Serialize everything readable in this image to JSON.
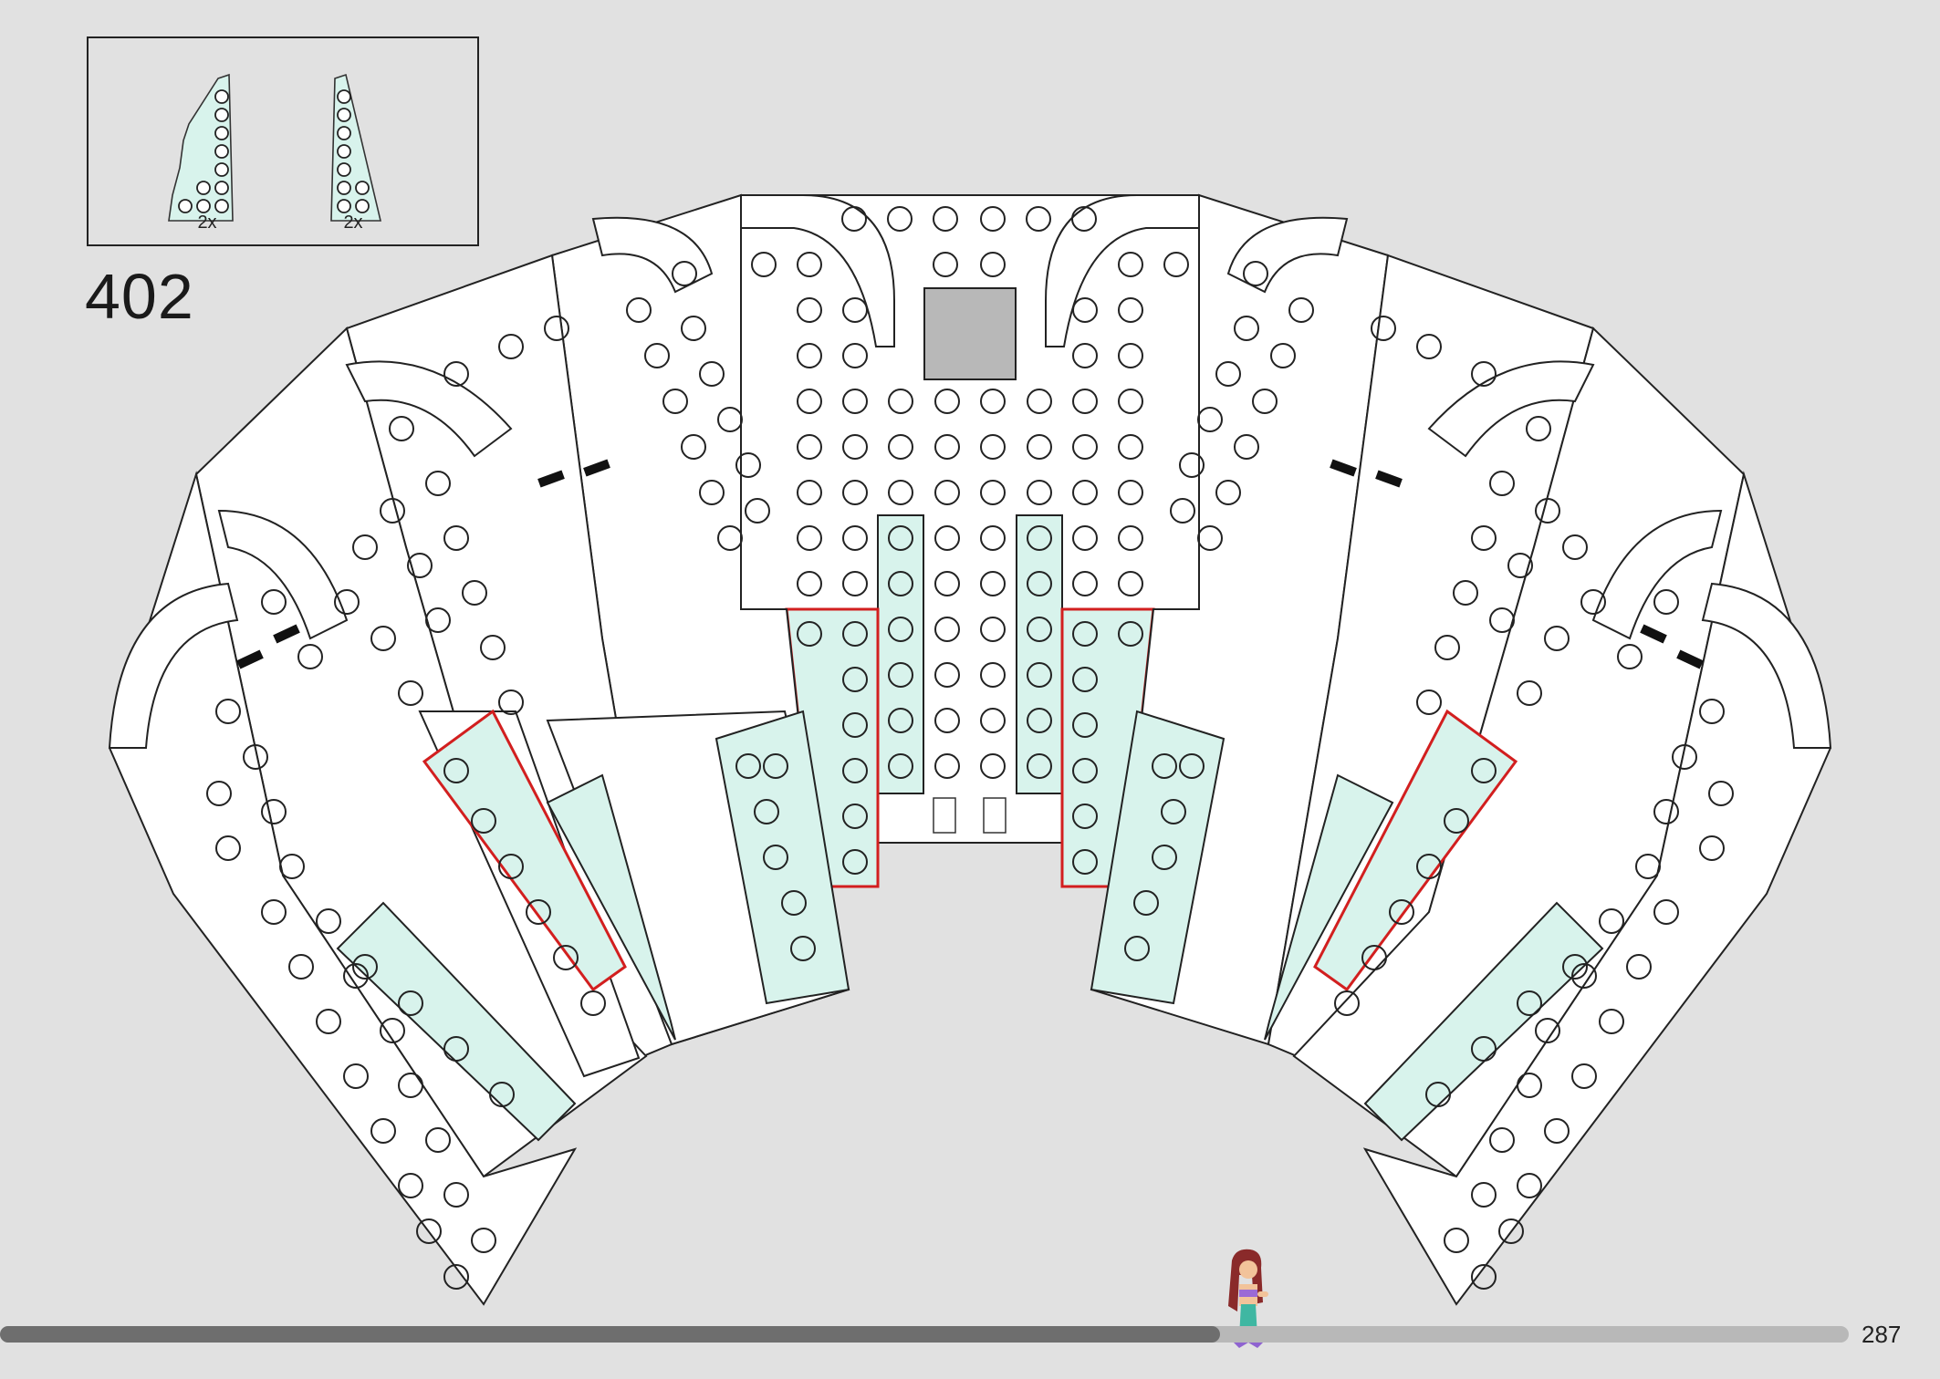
{
  "step": {
    "number": "402"
  },
  "parts_callout": {
    "items": [
      {
        "name": "wedge-plate-left",
        "qty": "2x",
        "color": "#d8f3ec"
      },
      {
        "name": "wedge-plate-right",
        "qty": "2x",
        "color": "#d8f3ec"
      }
    ]
  },
  "page": {
    "number": "287"
  },
  "progress": {
    "fraction": 0.66
  },
  "colors": {
    "background": "#e1e1e1",
    "plate_white": "#ffffff",
    "plate_aqua": "#d8f3ec",
    "highlight_red": "#d21f1f",
    "tile_grey": "#b8b8b8"
  }
}
